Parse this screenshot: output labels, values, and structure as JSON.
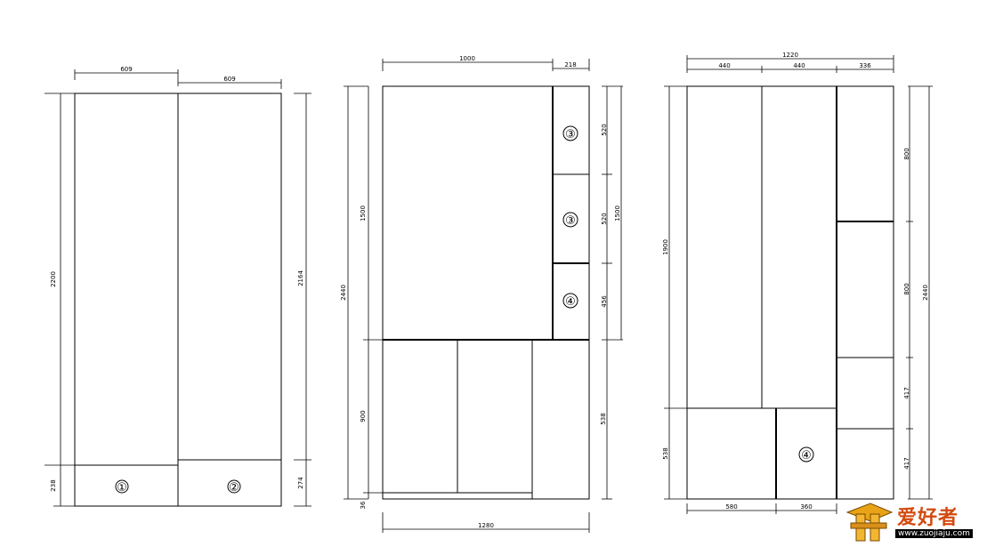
{
  "drawing": {
    "wardrobe_a": {
      "width_left": "609",
      "width_right": "609",
      "height_left": "2200",
      "height_right": "2164",
      "drawer_left_h": "238",
      "drawer_right_h": "274",
      "label_1": "①",
      "label_2": "②"
    },
    "wardrobe_b": {
      "top_w1": "1000",
      "top_w2": "218",
      "height_total": "2440",
      "upper_h": "1500",
      "lower_h": "900",
      "base_h": "36",
      "right_h1": "520",
      "right_h2": "520",
      "right_h3": "456",
      "right_total": "1500",
      "right_lower": "538",
      "bottom_w": "1280",
      "label_3a": "③",
      "label_3b": "③",
      "label_4": "④"
    },
    "wardrobe_c": {
      "total_w": "1220",
      "w1": "440",
      "w2": "440",
      "w3": "336",
      "left_upper_h": "1900",
      "left_lower_h": "538",
      "right_h1": "800",
      "right_h2": "800",
      "right_h3": "417",
      "right_h4": "417",
      "total_h": "2440",
      "bottom_w1": "580",
      "bottom_w2": "360",
      "label_4": "④"
    }
  },
  "logo": {
    "brand": "爱好者",
    "url": "www.zuojiaju.com",
    "icon": "woodworking-logo-icon"
  }
}
